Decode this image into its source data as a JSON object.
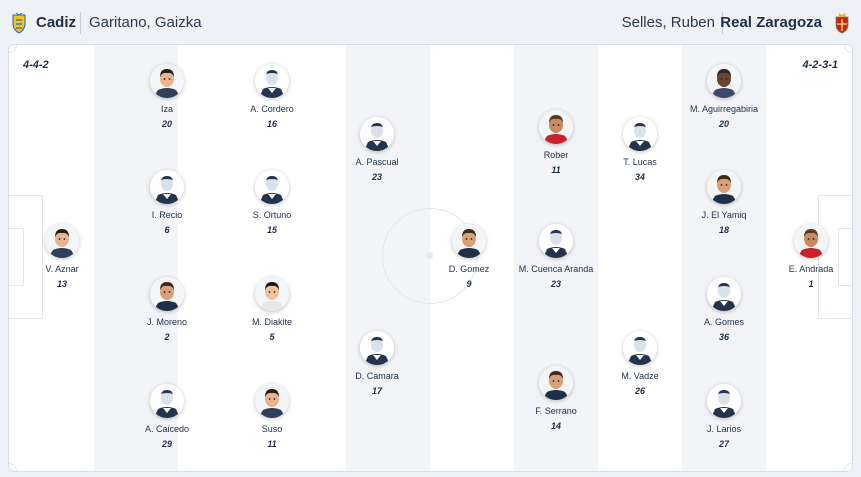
{
  "home": {
    "team": "Cadiz",
    "coach": "Garitano, Gaizka",
    "formation": "4-4-2",
    "crest_color": "#f2c318",
    "players": [
      {
        "name": "Iza",
        "number": "20",
        "photo": "photo"
      },
      {
        "name": "A. Cordero",
        "number": "16",
        "photo": "silhouette"
      },
      {
        "name": "A. Pascual",
        "number": "23",
        "photo": "silhouette"
      },
      {
        "name": "I. Recio",
        "number": "6",
        "photo": "silhouette"
      },
      {
        "name": "S. Ortuno",
        "number": "15",
        "photo": "silhouette"
      },
      {
        "name": "V. Aznar",
        "number": "13",
        "photo": "photo"
      },
      {
        "name": "J. Moreno",
        "number": "2",
        "photo": "photo"
      },
      {
        "name": "M. Diakite",
        "number": "5",
        "photo": "photo"
      },
      {
        "name": "D. Camara",
        "number": "17",
        "photo": "silhouette"
      },
      {
        "name": "A. Caicedo",
        "number": "29",
        "photo": "silhouette"
      },
      {
        "name": "Suso",
        "number": "11",
        "photo": "photo"
      },
      {
        "name": "D. Gomez",
        "number": "9",
        "photo": "photo"
      }
    ]
  },
  "away": {
    "team": "Real Zaragoza",
    "coach": "Selles, Ruben",
    "formation": "4-2-3-1",
    "crest_color": "#c8202f",
    "players": [
      {
        "name": "Rober",
        "number": "11",
        "photo": "photo"
      },
      {
        "name": "M. Aguirregabiria",
        "number": "20",
        "photo": "photo"
      },
      {
        "name": "T. Lucas",
        "number": "34",
        "photo": "silhouette"
      },
      {
        "name": "J. El Yamiq",
        "number": "18",
        "photo": "photo"
      },
      {
        "name": "M. Cuenca Aranda",
        "number": "23",
        "photo": "silhouette"
      },
      {
        "name": "E. Andrada",
        "number": "1",
        "photo": "photo"
      },
      {
        "name": "A. Gomes",
        "number": "36",
        "photo": "silhouette"
      },
      {
        "name": "M. Vadze",
        "number": "26",
        "photo": "silhouette"
      },
      {
        "name": "F. Serrano",
        "number": "14",
        "photo": "photo"
      },
      {
        "name": "J. Larios",
        "number": "27",
        "photo": "silhouette"
      }
    ]
  },
  "colors": {
    "text": "#1f2f4a",
    "silhouette": "#24344f",
    "stripe": "#f2f4f7",
    "pitch": "#ffffff"
  }
}
